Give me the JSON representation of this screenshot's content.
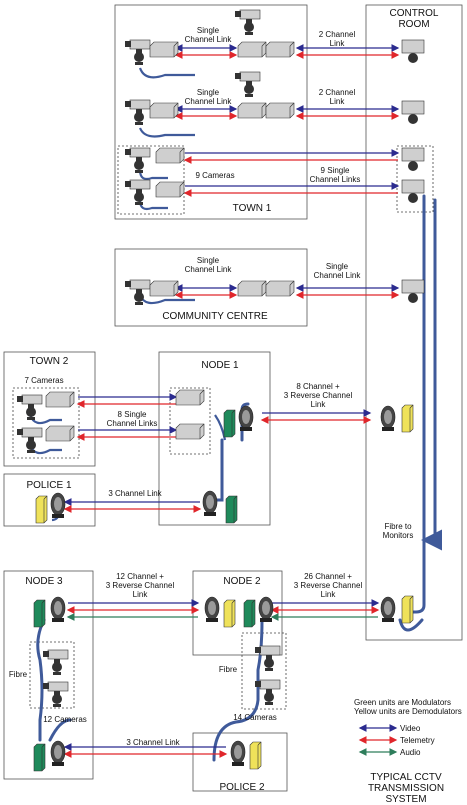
{
  "boxes": {
    "control_room": "CONTROL\nROOM",
    "town1": "TOWN 1",
    "community": "COMMUNITY CENTRE",
    "town2": "TOWN 2",
    "node1": "NODE 1",
    "police1": "POLICE 1",
    "node3": "NODE 3",
    "node2": "NODE 2",
    "police2": "POLICE 2"
  },
  "links": {
    "t1_single_a": "Single\nChannel Link",
    "t1_two_a": "2 Channel\nLink",
    "t1_single_b": "Single\nChannel Link",
    "t1_two_b": "2 Channel\nLink",
    "t1_nine_cams": "9 Cameras",
    "t1_nine_links": "9 Single\nChannel Links",
    "cc_single_a": "Single\nChannel Link",
    "cc_single_b": "Single\nChannel Link",
    "t2_seven_cams": "7 Cameras",
    "t2_eight_links": "8 Single\nChannel Links",
    "n1_eight_channel": "8  Channel +\n3 Reverse Channel\nLink",
    "p1_three": "3 Channel Link",
    "fibre_monitors": "Fibre to\nMonitors",
    "n3_twelve_channel": "12 Channel +\n3 Reverse Channel\nLink",
    "n2_twenty_six": "26 Channel +\n3 Reverse Channel\nLink",
    "n3_fibre": "Fibre",
    "n3_twelve_cams": "12 Cameras",
    "n2_fibre": "Fibre",
    "n2_fourteen_cams": "14 Cameras",
    "p2_three": "3 Channel Link"
  },
  "legend": {
    "note_green": "Green units are Modulators",
    "note_yellow": "Yellow units are Demodulators",
    "video": "Video",
    "telemetry": "Telemetry",
    "audio": "Audio"
  },
  "footer": "TYPICAL CCTV\nTRANSMISSION SYSTEM",
  "colors": {
    "video": "#2b2b8f",
    "telemetry": "#e0262b",
    "audio": "#2e7d5b",
    "fibre": "#3f5a9a",
    "modulator": "#1f8a5b",
    "demodulator": "#efe25a",
    "unit_grey": "#cfcfcf",
    "camera_dark": "#333333"
  }
}
